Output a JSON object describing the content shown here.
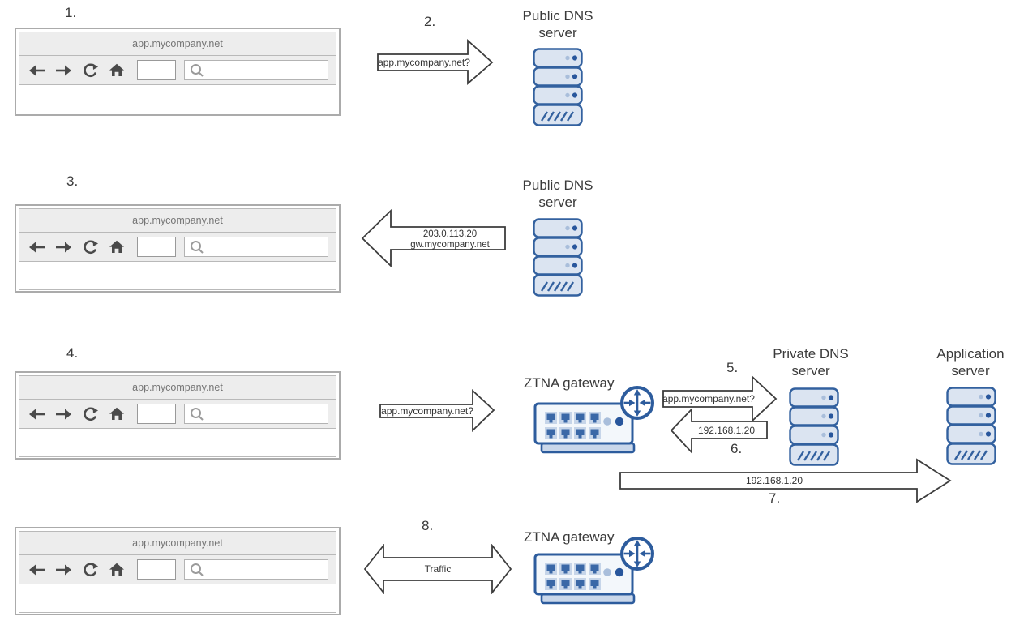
{
  "browser": {
    "title": "app.mycompany.net"
  },
  "steps": {
    "s1": "1.",
    "s2": "2.",
    "s3": "3.",
    "s4": "4.",
    "s5": "5.",
    "s6": "6.",
    "s7": "7.",
    "s8": "8."
  },
  "nodes": {
    "public_dns": "Public DNS\nserver",
    "private_dns": "Private DNS\nserver",
    "app_server": "Application\nserver",
    "ztna_gateway": "ZTNA gateway"
  },
  "arrows": {
    "query_public": "app.mycompany.net?",
    "reply_public_line1": "203.0.113.20",
    "reply_public_line2": "gw.mycompany.net",
    "query_gateway": "app.mycompany.net?",
    "query_private": "app.mycompany.net?",
    "reply_private": "192.168.1.20",
    "to_app_server": "192.168.1.20",
    "traffic": "Traffic"
  },
  "icons": {
    "back": "back-icon",
    "forward": "forward-icon",
    "reload": "reload-icon",
    "home": "home-icon",
    "search": "search-icon",
    "server": "server-icon",
    "switch": "switch-icon",
    "router_badge": "router-icon"
  },
  "colors": {
    "accent_blue": "#2d5c9d",
    "server_fill": "#dbe4f1",
    "server_stroke": "#33619f",
    "arrow_stroke": "#3d3d3d",
    "browser_chrome": "#ededed",
    "browser_border": "#ababab",
    "browser_text": "#757575"
  }
}
